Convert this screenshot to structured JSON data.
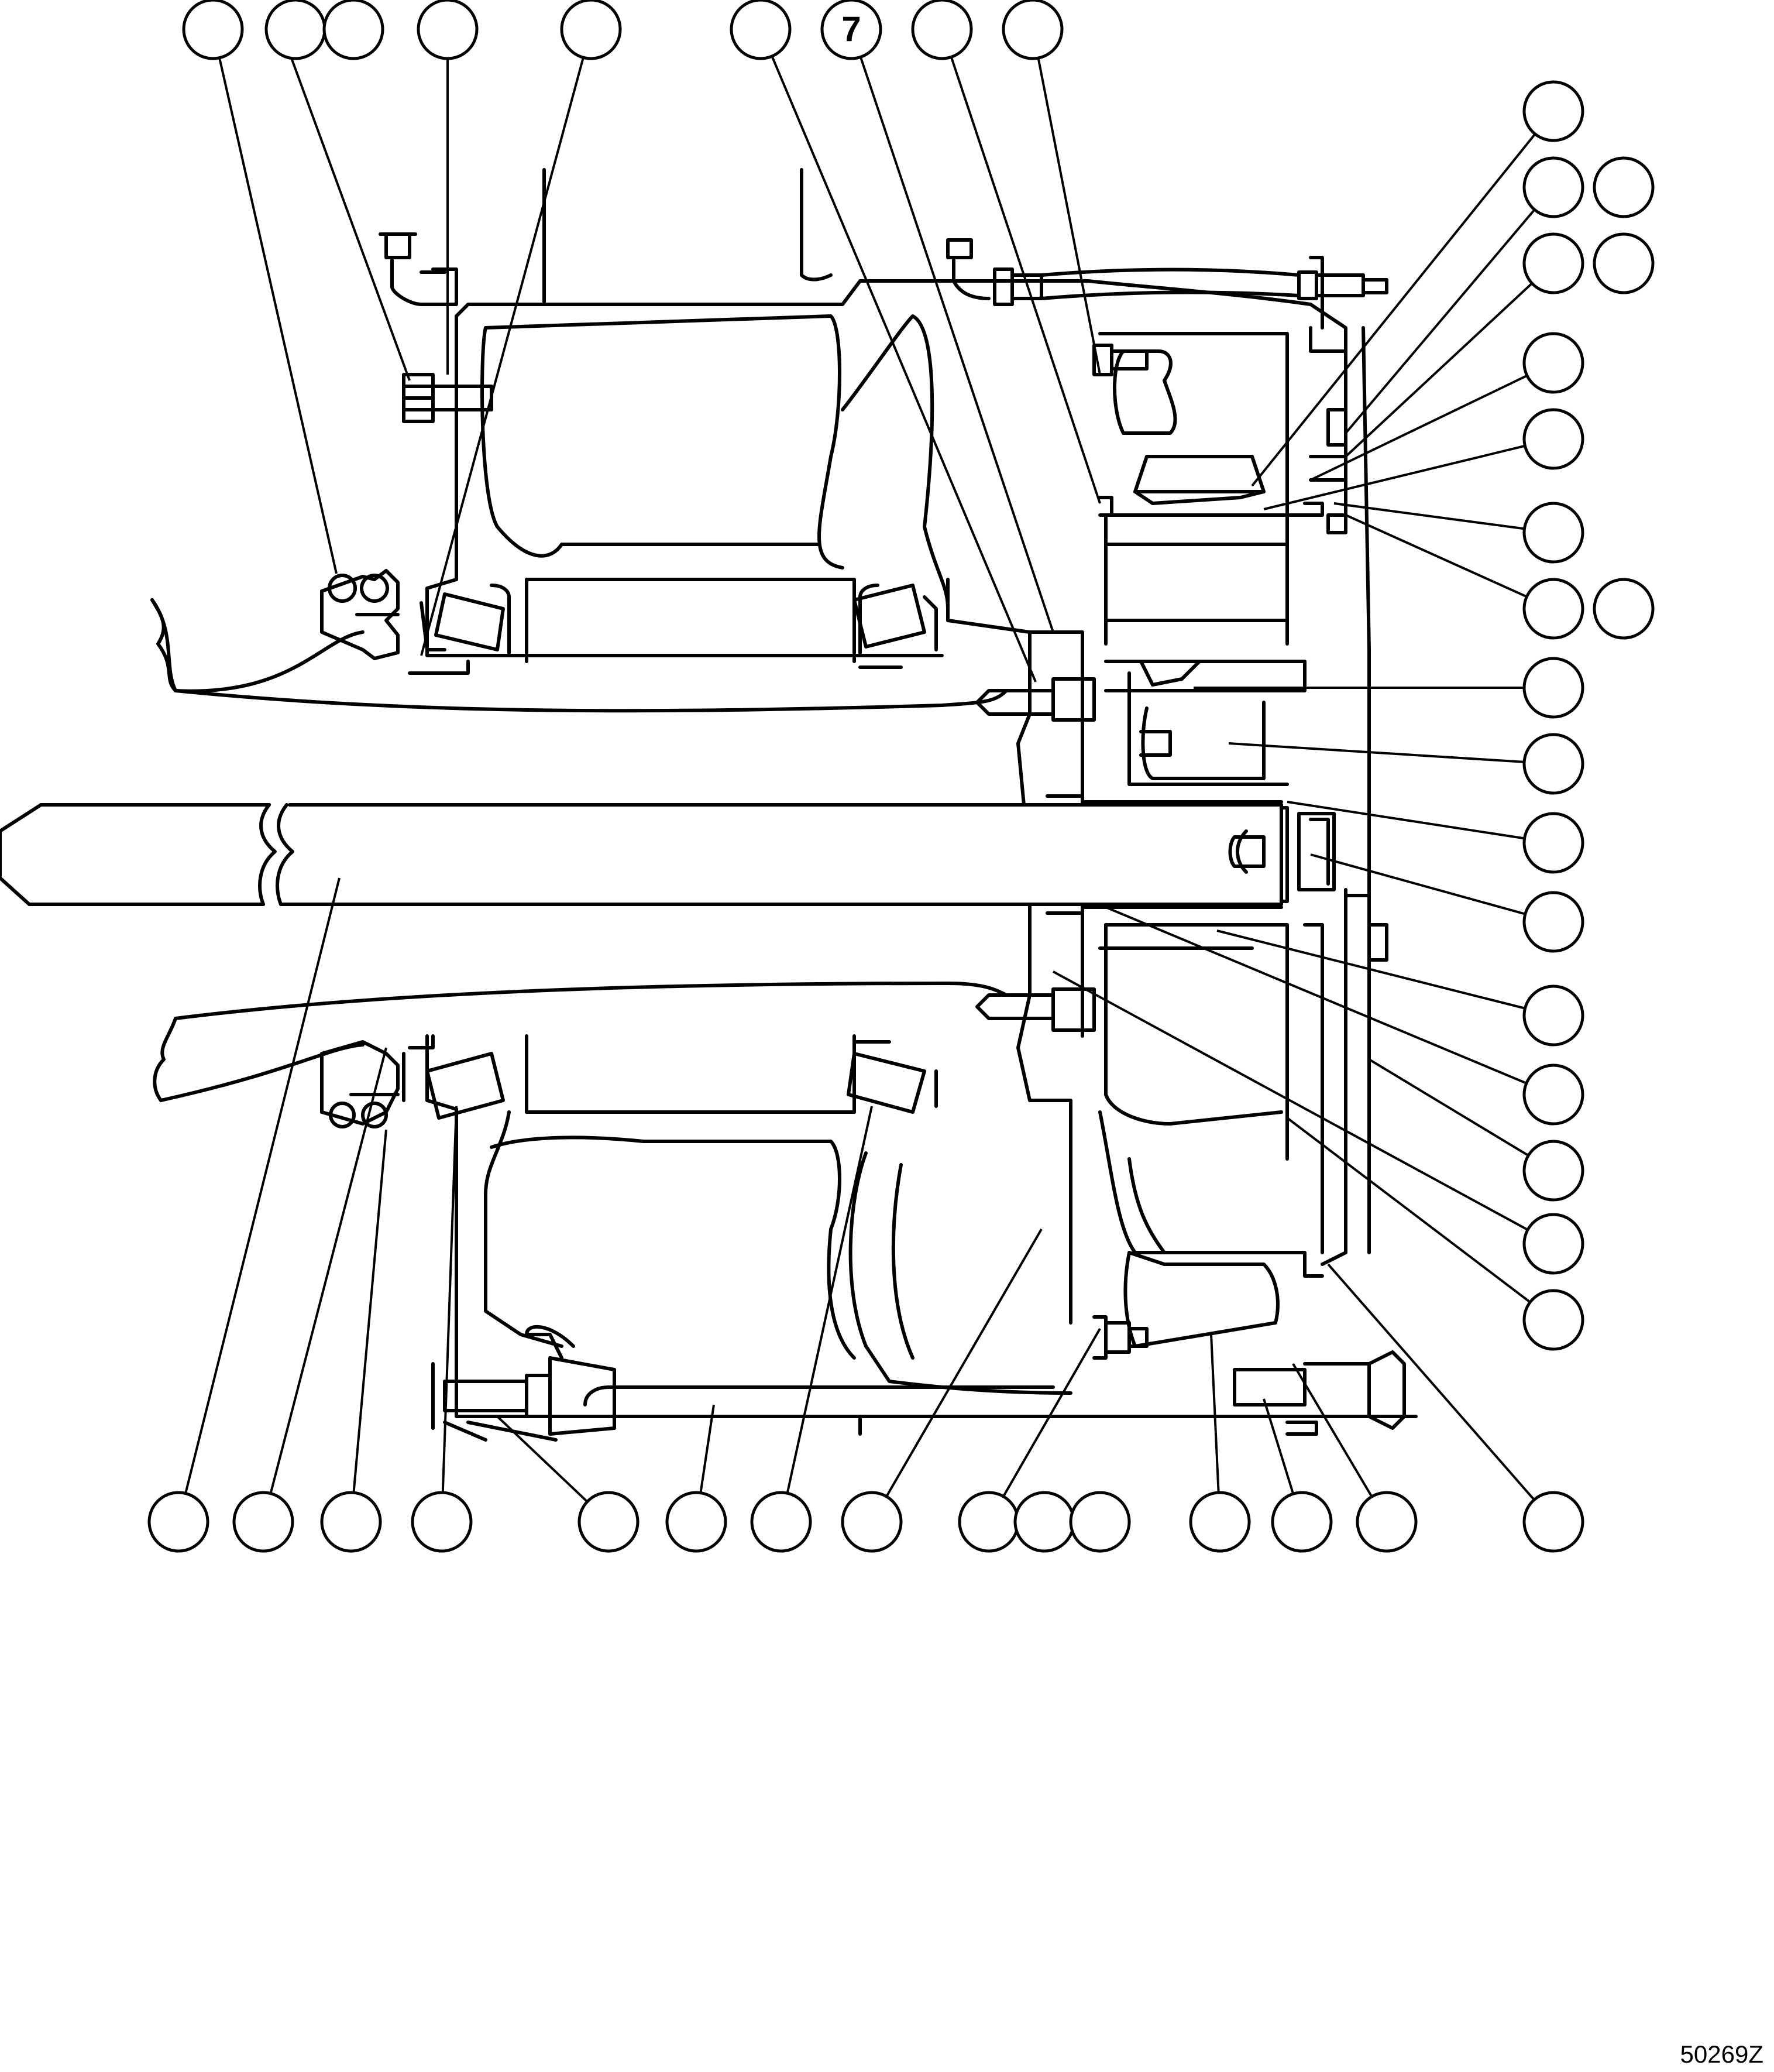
{
  "drawing": {
    "reference_code": "50269Z",
    "callouts": [
      {
        "id": "c1",
        "label": ""
      },
      {
        "id": "c2",
        "label": ""
      },
      {
        "id": "c3",
        "label": ""
      },
      {
        "id": "c4",
        "label": ""
      },
      {
        "id": "c5",
        "label": ""
      },
      {
        "id": "c6",
        "label": ""
      },
      {
        "id": "c7",
        "label": "7"
      },
      {
        "id": "c8",
        "label": ""
      },
      {
        "id": "c9",
        "label": ""
      },
      {
        "id": "r1",
        "label": ""
      },
      {
        "id": "r2a",
        "label": ""
      },
      {
        "id": "r2b",
        "label": ""
      },
      {
        "id": "r3a",
        "label": ""
      },
      {
        "id": "r3b",
        "label": ""
      },
      {
        "id": "r4",
        "label": ""
      },
      {
        "id": "r5",
        "label": ""
      },
      {
        "id": "r6",
        "label": ""
      },
      {
        "id": "r7a",
        "label": ""
      },
      {
        "id": "r7b",
        "label": ""
      },
      {
        "id": "r8",
        "label": ""
      },
      {
        "id": "r9",
        "label": ""
      },
      {
        "id": "r10",
        "label": ""
      },
      {
        "id": "r11",
        "label": ""
      },
      {
        "id": "r12",
        "label": ""
      },
      {
        "id": "r13",
        "label": ""
      },
      {
        "id": "r14",
        "label": ""
      },
      {
        "id": "r15",
        "label": ""
      },
      {
        "id": "r16",
        "label": ""
      },
      {
        "id": "b1",
        "label": ""
      },
      {
        "id": "b2",
        "label": ""
      },
      {
        "id": "b3",
        "label": ""
      },
      {
        "id": "b4",
        "label": ""
      },
      {
        "id": "b5",
        "label": ""
      },
      {
        "id": "b6",
        "label": ""
      },
      {
        "id": "b7",
        "label": ""
      },
      {
        "id": "b8",
        "label": ""
      },
      {
        "id": "b9a",
        "label": ""
      },
      {
        "id": "b9b",
        "label": ""
      },
      {
        "id": "b9c",
        "label": ""
      },
      {
        "id": "b10",
        "label": ""
      },
      {
        "id": "b11",
        "label": ""
      },
      {
        "id": "b12",
        "label": ""
      },
      {
        "id": "b13",
        "label": ""
      }
    ]
  }
}
